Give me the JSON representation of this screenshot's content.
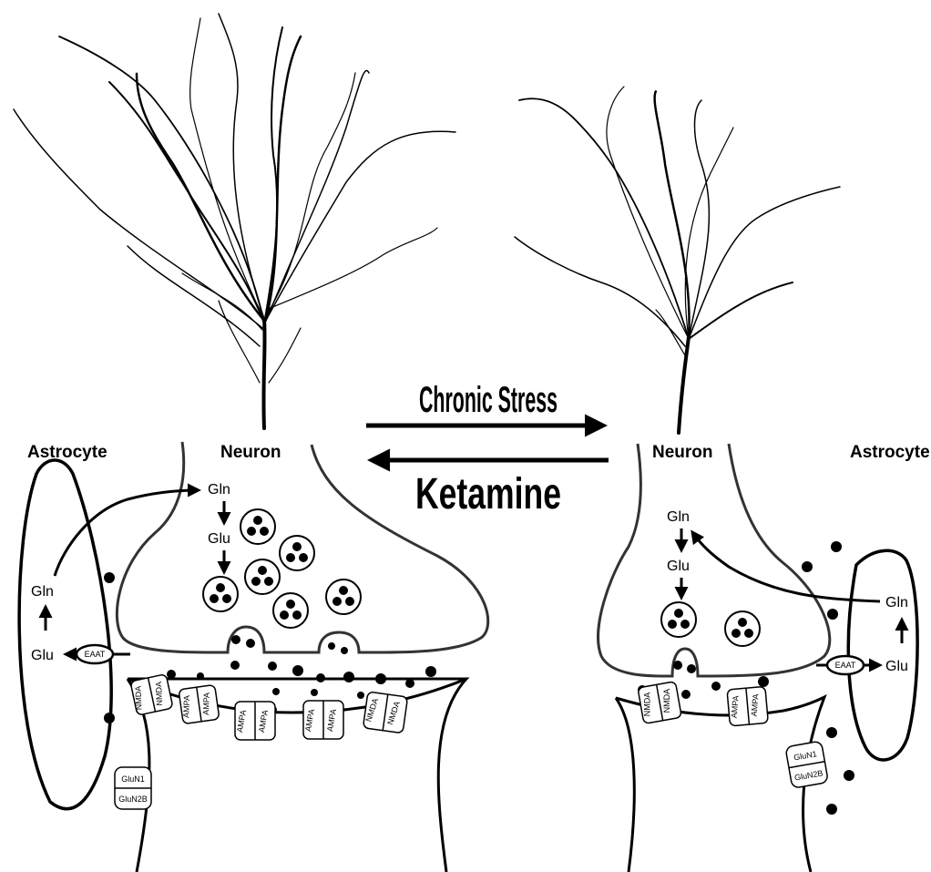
{
  "arrows": {
    "forward_label": "Chronic Stress",
    "backward_label": "Ketamine"
  },
  "left": {
    "astrocyte_label": "Astrocyte",
    "neuron_label": "Neuron",
    "gln_neuron": "Gln",
    "glu_neuron": "Glu",
    "gln_astro": "Gln",
    "glu_astro": "Glu",
    "eaat": "EAAT",
    "receptors": [
      "NMDA",
      "NMDA",
      "AMPA",
      "AMPA",
      "AMPA",
      "AMPA",
      "AMPA",
      "AMPA",
      "NMDA",
      "NMDA"
    ],
    "glun1": "GluN1",
    "glun2b": "GluN2B"
  },
  "right": {
    "astrocyte_label": "Astrocyte",
    "neuron_label": "Neuron",
    "gln_neuron": "Gln",
    "glu_neuron": "Glu",
    "gln_astro": "Gln",
    "glu_astro": "Glu",
    "eaat": "EAAT",
    "receptors": [
      "NMDA",
      "NMDA",
      "AMPA",
      "AMPA"
    ],
    "glun1": "GluN1",
    "glun2b": "GluN2B"
  },
  "colors": {
    "ink": "#000000",
    "membrane": "#333333"
  }
}
